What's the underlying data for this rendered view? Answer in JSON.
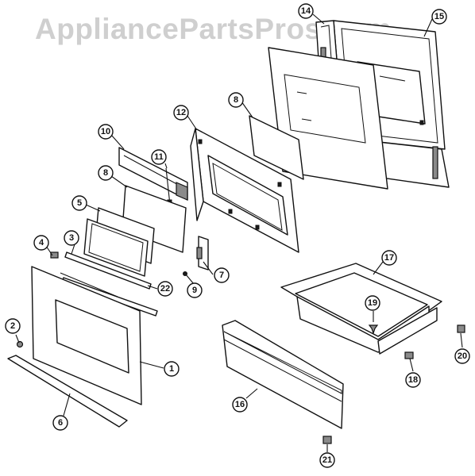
{
  "watermark": "AppliancePartsPros.com",
  "callouts": [
    "1",
    "2",
    "3",
    "4",
    "5",
    "6",
    "7",
    "8",
    "8",
    "9",
    "10",
    "11",
    "12",
    "14",
    "15",
    "16",
    "17",
    "18",
    "19",
    "20",
    "21",
    "22"
  ]
}
